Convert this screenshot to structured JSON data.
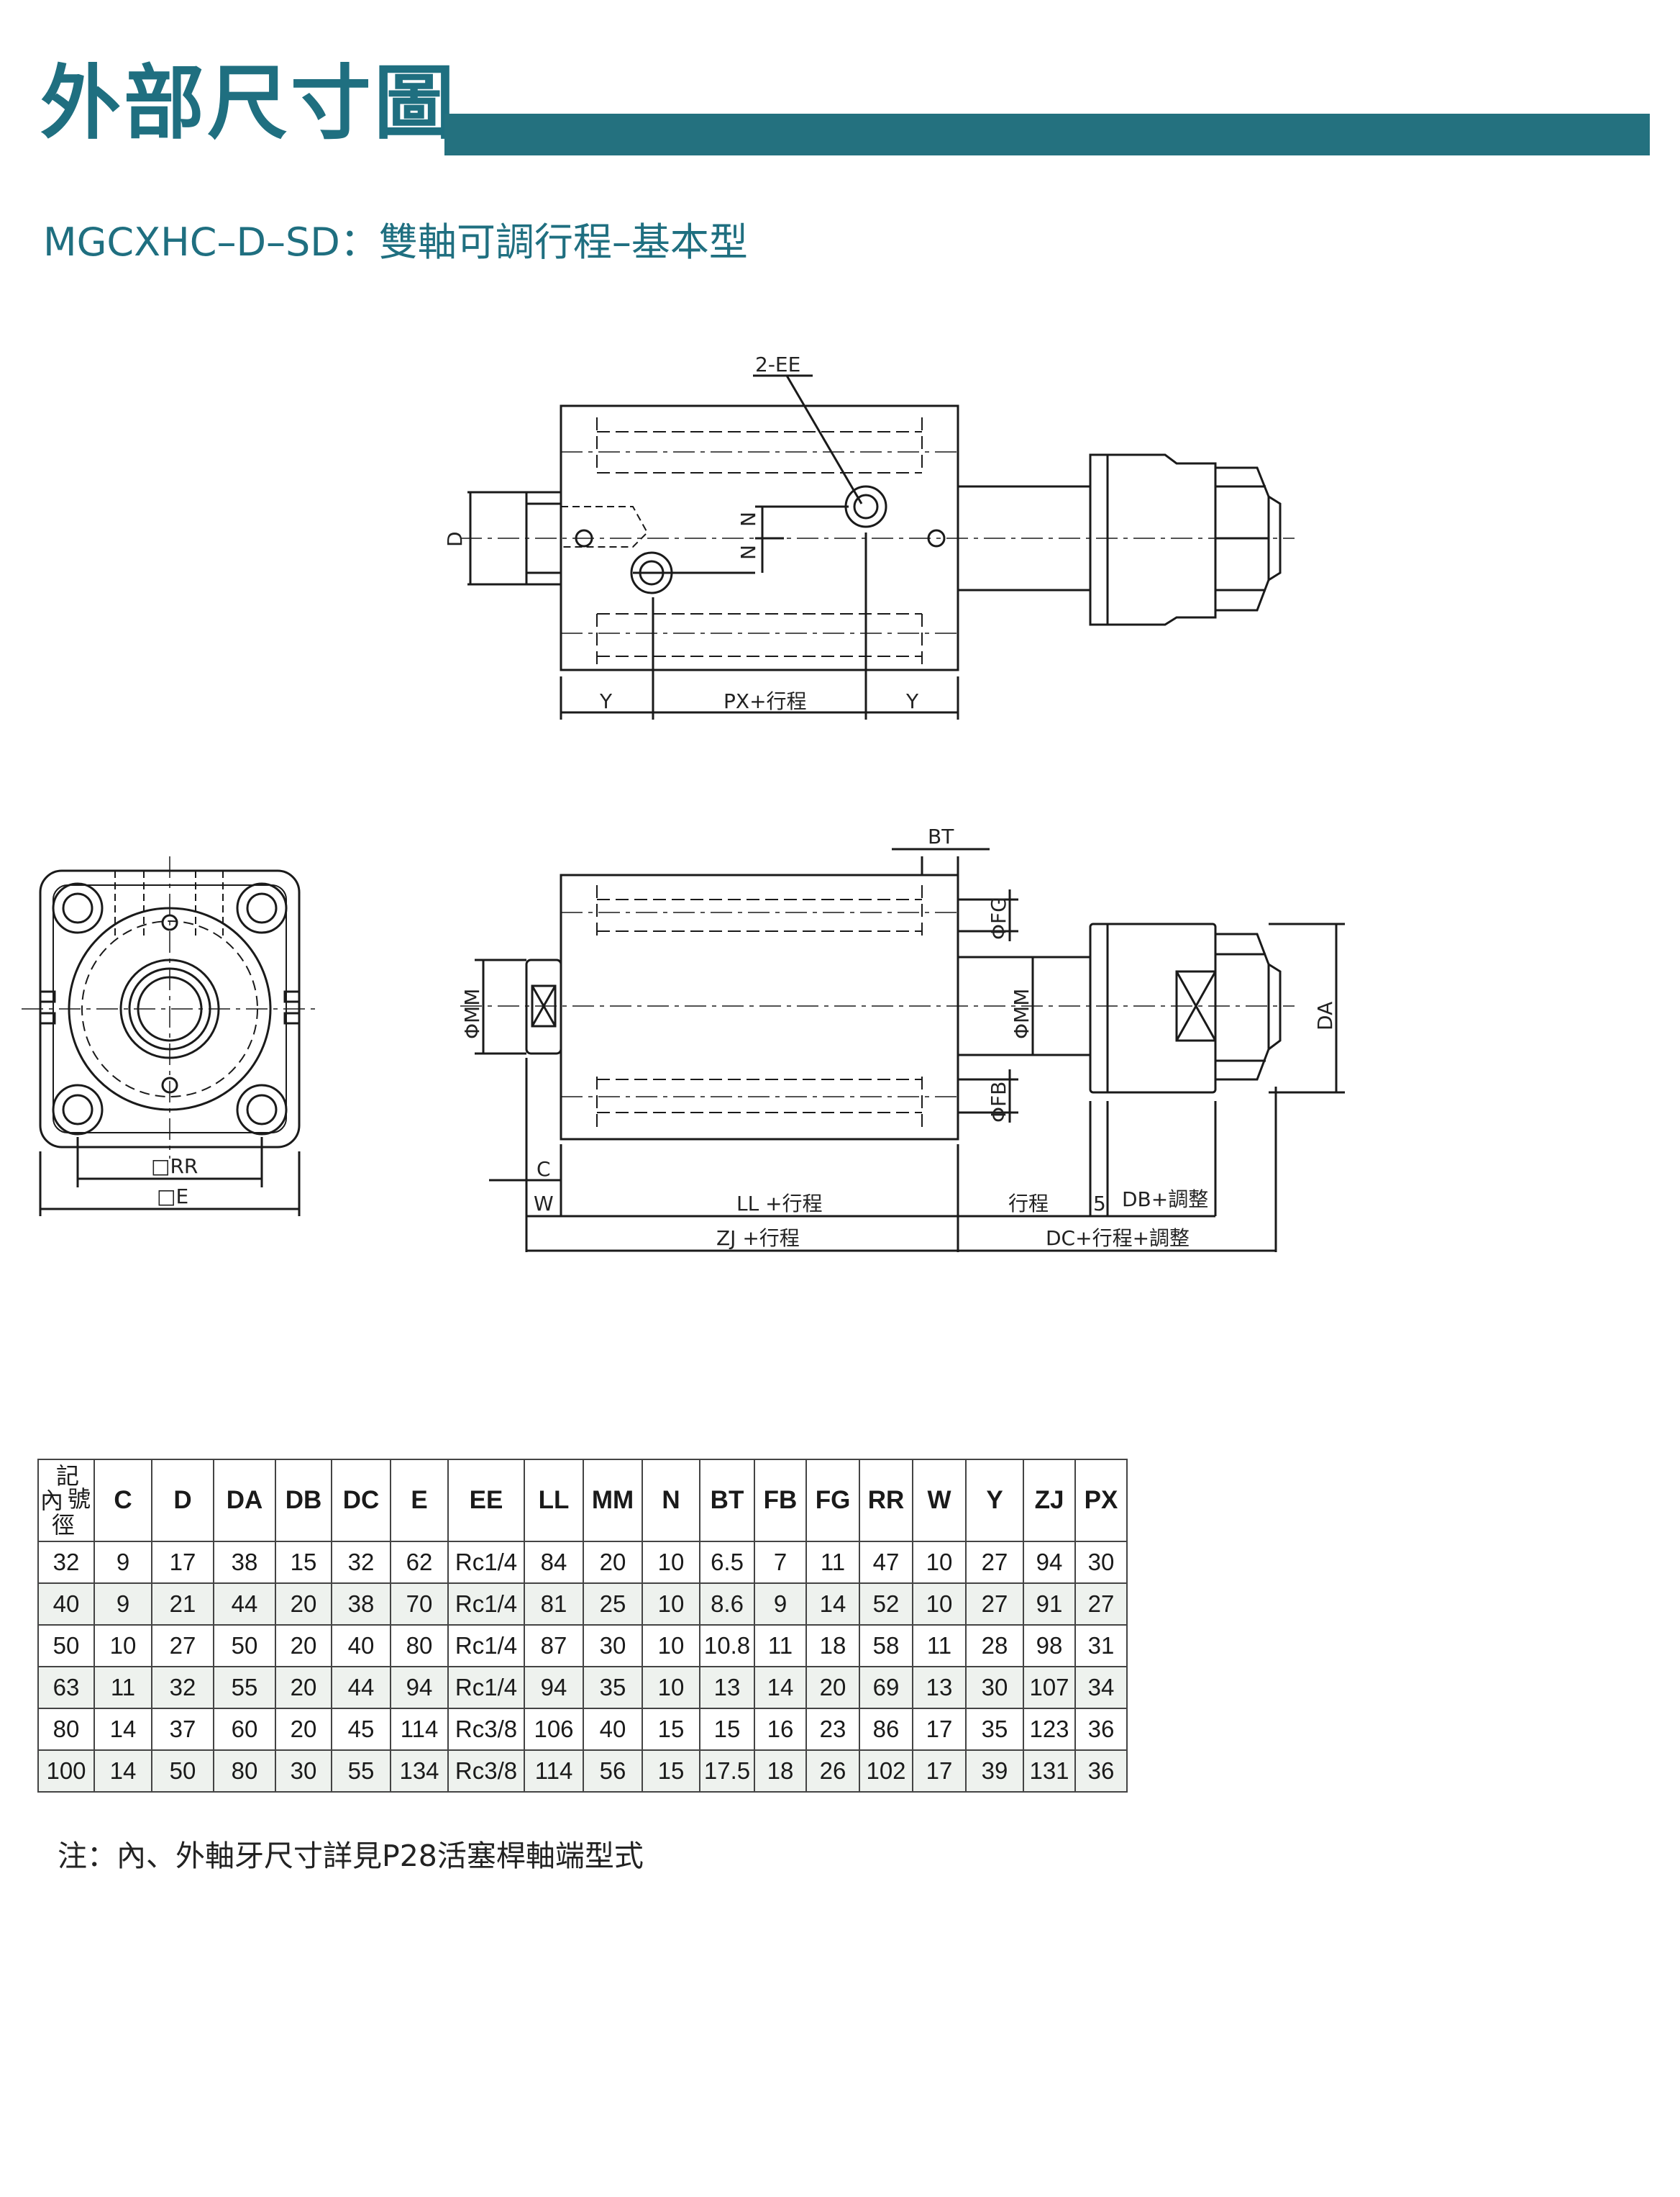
{
  "header": {
    "title": "外部尺寸圖",
    "subtitle": "MGCXHC–D–SD：雙軸可調行程–基本型"
  },
  "drawing_labels": {
    "ee": "2-EE",
    "d": "D",
    "n1": "N",
    "n2": "N",
    "y_left": "Y",
    "px_stroke": "PX+行程",
    "y_right": "Y",
    "bt": "BT",
    "fg": "ΦFG",
    "mm_left": "ΦMM",
    "mm_right": "ΦMM",
    "fb": "ΦFB",
    "da": "DA",
    "rr": "□RR",
    "e": "□E",
    "c": "C",
    "w": "W",
    "ll_stroke": "LL +行程",
    "stroke": "行程",
    "five": "5",
    "db_adjust": "DB+調整",
    "zj_stroke": "ZJ +行程",
    "dc_stroke_adjust": "DC+行程+調整"
  },
  "table": {
    "corner": {
      "top": "記",
      "mid": "號",
      "left": "內",
      "bottom": "徑"
    },
    "headers": [
      "C",
      "D",
      "DA",
      "DB",
      "DC",
      "E",
      "EE",
      "LL",
      "MM",
      "N",
      "BT",
      "FB",
      "FG",
      "RR",
      "W",
      "Y",
      "ZJ",
      "PX"
    ],
    "rows": [
      [
        "32",
        "9",
        "17",
        "38",
        "15",
        "32",
        "62",
        "Rc1/4",
        "84",
        "20",
        "10",
        "6.5",
        "7",
        "11",
        "47",
        "10",
        "27",
        "94",
        "30"
      ],
      [
        "40",
        "9",
        "21",
        "44",
        "20",
        "38",
        "70",
        "Rc1/4",
        "81",
        "25",
        "10",
        "8.6",
        "9",
        "14",
        "52",
        "10",
        "27",
        "91",
        "27"
      ],
      [
        "50",
        "10",
        "27",
        "50",
        "20",
        "40",
        "80",
        "Rc1/4",
        "87",
        "30",
        "10",
        "10.8",
        "11",
        "18",
        "58",
        "11",
        "28",
        "98",
        "31"
      ],
      [
        "63",
        "11",
        "32",
        "55",
        "20",
        "44",
        "94",
        "Rc1/4",
        "94",
        "35",
        "10",
        "13",
        "14",
        "20",
        "69",
        "13",
        "30",
        "107",
        "34"
      ],
      [
        "80",
        "14",
        "37",
        "60",
        "20",
        "45",
        "114",
        "Rc3/8",
        "106",
        "40",
        "15",
        "15",
        "16",
        "23",
        "86",
        "17",
        "35",
        "123",
        "36"
      ],
      [
        "100",
        "14",
        "50",
        "80",
        "30",
        "55",
        "134",
        "Rc3/8",
        "114",
        "56",
        "15",
        "17.5",
        "18",
        "26",
        "102",
        "17",
        "39",
        "131",
        "36"
      ]
    ]
  },
  "note": "注：內、外軸牙尺寸詳見P28活塞桿軸端型式",
  "colors": {
    "accent": "#24717f",
    "stripe": "#eef2ee"
  }
}
